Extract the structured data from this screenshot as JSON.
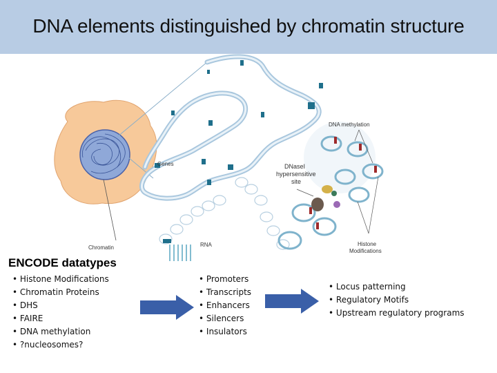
{
  "slide": {
    "title": "DNA elements distinguished by chromatin structure",
    "title_bar_color": "#b8cce4"
  },
  "figure": {
    "labels": {
      "genes": "Genes",
      "chromatin": "Chromatin",
      "rna": "RNA",
      "dna_methylation": "DNA methylation",
      "dnase_line1": "DNaseI",
      "dnase_line2": "hypersensitive",
      "dnase_line3": "site",
      "histone_line1": "Histone",
      "histone_line2": "Modifications"
    },
    "colors": {
      "cell": "#f7c99a",
      "nucleus": "#8fa8d8",
      "fiber": "#a9c7de",
      "marker": "#1f6f8b",
      "arrow": "#3a5fa8"
    }
  },
  "encode": {
    "heading": "ENCODE datatypes",
    "datatypes": [
      "Histone Modifications",
      "Chromatin Proteins",
      "DHS",
      "FAIRE",
      "DNA methylation",
      "?nucleosomes?"
    ]
  },
  "elements": [
    "Promoters",
    "Transcripts",
    "Enhancers",
    "Silencers",
    "Insulators"
  ],
  "outcomes": [
    "Locus patterning",
    "Regulatory Motifs",
    "Upstream regulatory programs"
  ]
}
